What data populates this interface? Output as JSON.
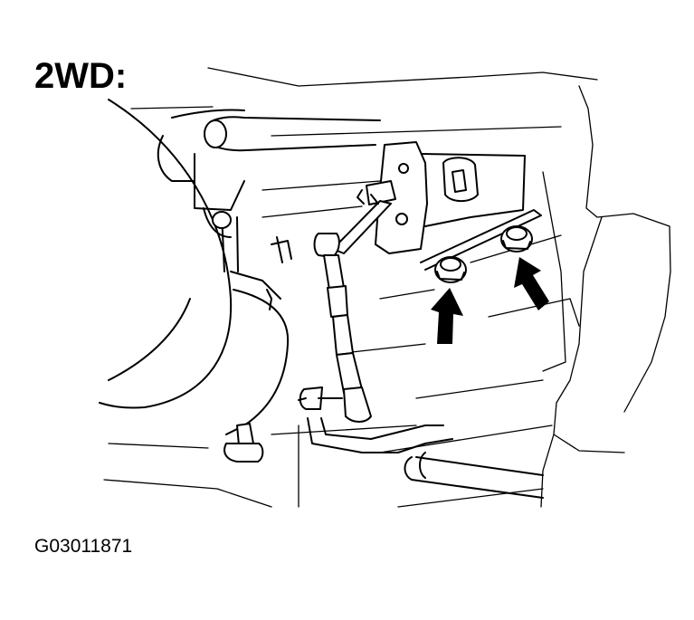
{
  "diagram": {
    "label": "2WD:",
    "figure_code": "G03011871",
    "arrows": [
      {
        "name": "left-nut-arrow",
        "target": "left-bracket-nut"
      },
      {
        "name": "right-nut-arrow",
        "target": "right-bracket-nut"
      }
    ]
  }
}
